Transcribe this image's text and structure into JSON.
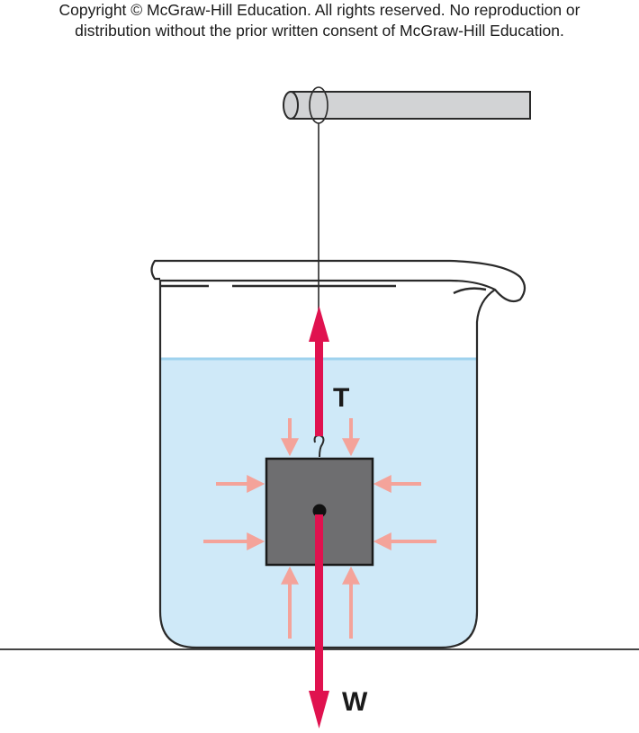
{
  "copyright": {
    "line1": "Copyright © McGraw-Hill Education.  All rights reserved. No reproduction or",
    "line2": "distribution without the prior written consent of McGraw-Hill Education."
  },
  "labels": {
    "tension": "T",
    "weight": "W"
  },
  "colors": {
    "water": "#cfe9f8",
    "water_surface": "#9fd2ee",
    "block": "#6e6e70",
    "force_arrow": "#e0124f",
    "pressure_arrow": "#f4a39a",
    "rod": "#d2d3d5",
    "outline": "#2a2a2a"
  }
}
